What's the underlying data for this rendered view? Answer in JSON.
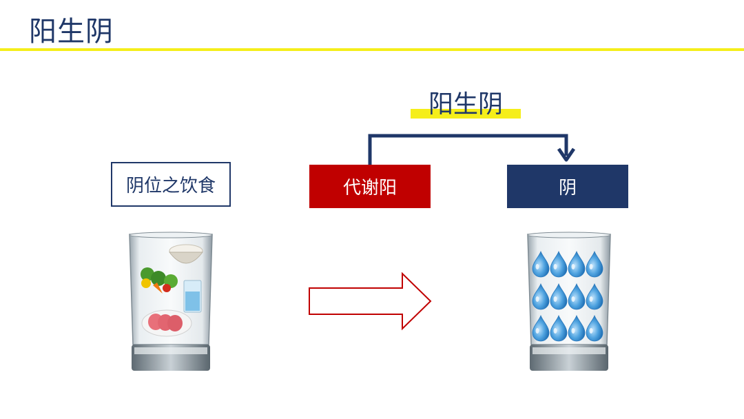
{
  "slide": {
    "title": "阳生阴"
  },
  "diagram": {
    "top_label": "阳生阴",
    "food_box_label": "阴位之饮食",
    "metabolism_box_label": "代谢阳",
    "yin_box_label": "阴"
  },
  "colors": {
    "navy": "#1f3768",
    "red": "#c00000",
    "yellow": "#f5ee1a",
    "drop": "#3a8fd0"
  },
  "icons": {
    "left_glass": "glass-with-food-icon",
    "right_glass": "glass-with-water-drops-icon",
    "arrow": "hollow-right-arrow-icon"
  }
}
